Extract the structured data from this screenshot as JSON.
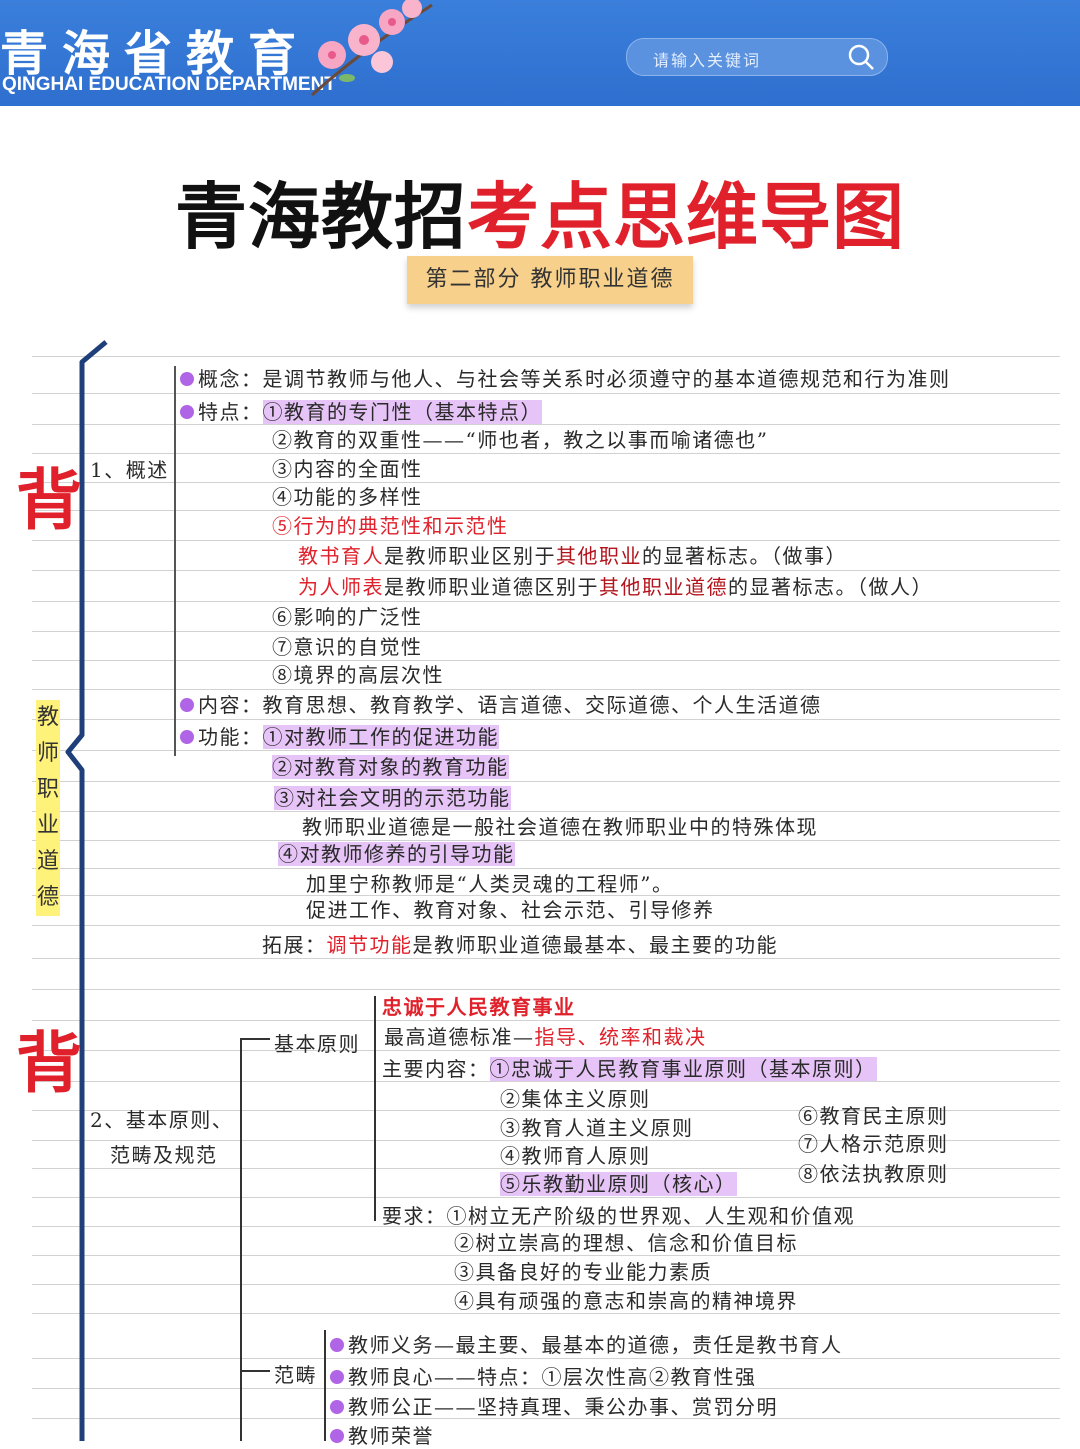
{
  "header": {
    "logo_cn": "青海省教育",
    "logo_en": "QINGHAI EDUCATION DEPARTMENT",
    "search_placeholder": "请输入关键词"
  },
  "title": {
    "part1": "青海教招",
    "part2": "考点思维导图"
  },
  "subtitle": "第二部分  教师职业道德",
  "side": {
    "bei1": "背",
    "bei2": "背",
    "vertical_label": "教师职业道德"
  },
  "colors": {
    "header_blue": "#2f6fcf",
    "red": "#e0212b",
    "highlight_purple": "#e7c4f7",
    "bullet_purple": "#b064e6",
    "subtitle_orange": "#f7d08b",
    "label_yellow": "#fff27a"
  },
  "section1": {
    "label": "1、概述",
    "concept": "概念：是调节教师与他人、与社会等关系时必须遵守的基本道德规范和行为准则",
    "traits_label": "特点：",
    "t1": "①教育的专门性（基本特点）",
    "t2": "②教育的双重性——“师也者，教之以事而喻诸德也”",
    "t3": "③内容的全面性",
    "t4": "④功能的多样性",
    "t5": "⑤行为的典范性和示范性",
    "t5a_1": "教书育人",
    "t5a_2": "是教师职业区别于",
    "t5a_3": "其他职业",
    "t5a_4": "的显著标志。（做事）",
    "t5b_1": "为人师表",
    "t5b_2": "是教师职业道德区别于",
    "t5b_3": "其他职业道德",
    "t5b_4": "的显著标志。（做人）",
    "t6": "⑥影响的广泛性",
    "t7": "⑦意识的自觉性",
    "t8": "⑧境界的高层次性",
    "content": "内容：教育思想、教育教学、语言道德、交际道德、个人生活道德",
    "func_label": "功能：",
    "f1": "①对教师工作的促进功能",
    "f2": "②对教育对象的教育功能",
    "f3": "③对社会文明的示范功能",
    "f3_note": "教师职业道德是一般社会道德在教师职业中的特殊体现",
    "f4": "④对教师修养的引导功能",
    "f4_note1": "加里宁称教师是“人类灵魂的工程师”。",
    "f4_note2": "促进工作、教育对象、社会示范、引导修养",
    "ext_1": "拓展：",
    "ext_2": "调节功能",
    "ext_3": "是教师职业道德最基本、最主要的功能"
  },
  "section2": {
    "label_line1": "2、基本原则、",
    "label_line2": "范畴及规范",
    "basic_label": "基本原则",
    "loyal": "忠诚于人民教育事业",
    "std_1": "最高道德标准—",
    "std_2": "指导、统率和裁决",
    "main_label": "主要内容：",
    "p1": "①忠诚于人民教育事业原则（基本原则）",
    "p2": "②集体主义原则",
    "p3": "③教育人道主义原则",
    "p4": "④教师育人原则",
    "p5": "⑤乐教勤业原则（核心）",
    "p6": "⑥教育民主原则",
    "p7": "⑦人格示范原则",
    "p8": "⑧依法执教原则",
    "req_label": "要求：",
    "r1": "①树立无产阶级的世界观、人生观和价值观",
    "r2": "②树立崇高的理想、信念和价值目标",
    "r3": "③具备良好的专业能力素质",
    "r4": "④具有顽强的意志和崇高的精神境界",
    "cat_label": "范畴",
    "c1": "教师义务—最主要、最基本的道德，责任是教书育人",
    "c2": "教师良心——特点：①层次性高②教育性强",
    "c3": "教师公正——坚持真理、秉公办事、赏罚分明",
    "c4": "教师荣誉"
  }
}
